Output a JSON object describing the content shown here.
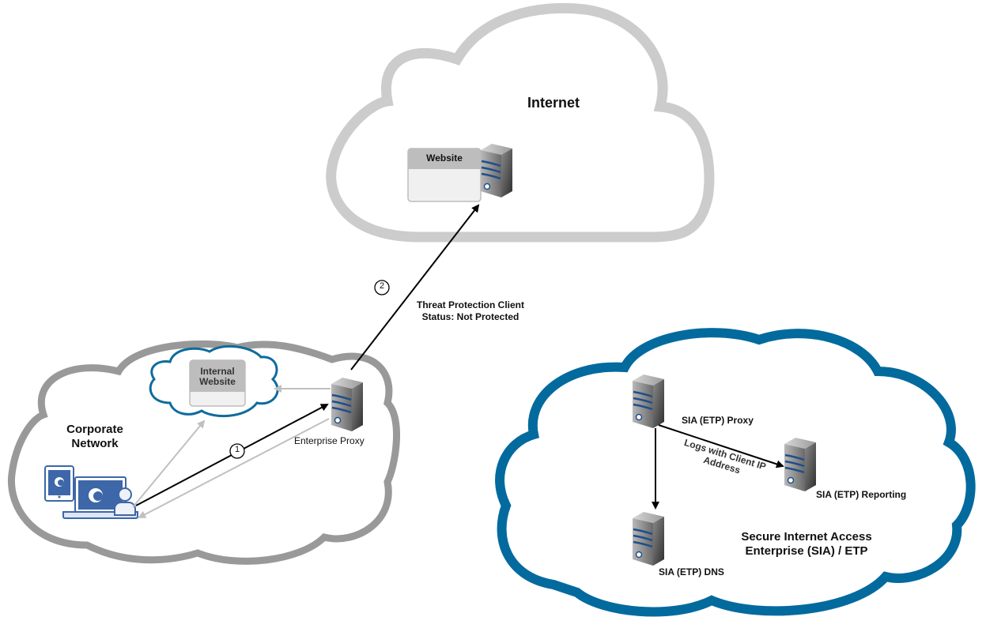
{
  "diagram": {
    "clouds": {
      "internet": {
        "label": "Internet",
        "stroke": "#cccccc"
      },
      "corporate": {
        "label_line1": "Corporate",
        "label_line2": "Network",
        "stroke": "#999999"
      },
      "internal": {
        "stroke": "#0e6b9c"
      },
      "sia": {
        "label_line1": "Secure Internet Access",
        "label_line2": "Enterprise (SIA) / ETP",
        "stroke": "#036a9e"
      }
    },
    "nodes": {
      "website": {
        "label": "Website"
      },
      "internal_website": {
        "label_line1": "Internal",
        "label_line2": "Website"
      },
      "enterprise_proxy": {
        "label": "Enterprise Proxy"
      },
      "sia_proxy": {
        "label": "SIA (ETP) Proxy"
      },
      "sia_reporting": {
        "label": "SIA (ETP) Reporting"
      },
      "sia_dns": {
        "label": "SIA (ETP) DNS"
      }
    },
    "steps": {
      "step1": "1",
      "step2": "2"
    },
    "annotations": {
      "threat_status_line1": "Threat Protection Client",
      "threat_status_line2": "Status: Not Protected",
      "logs_line1": "Logs with Client IP",
      "logs_line2": "Address"
    },
    "colors": {
      "device_blue": "#3d67a8",
      "server_stripe": "#1f4e8c",
      "arrow_black": "#000000",
      "arrow_gray": "#c0c0c0"
    }
  }
}
